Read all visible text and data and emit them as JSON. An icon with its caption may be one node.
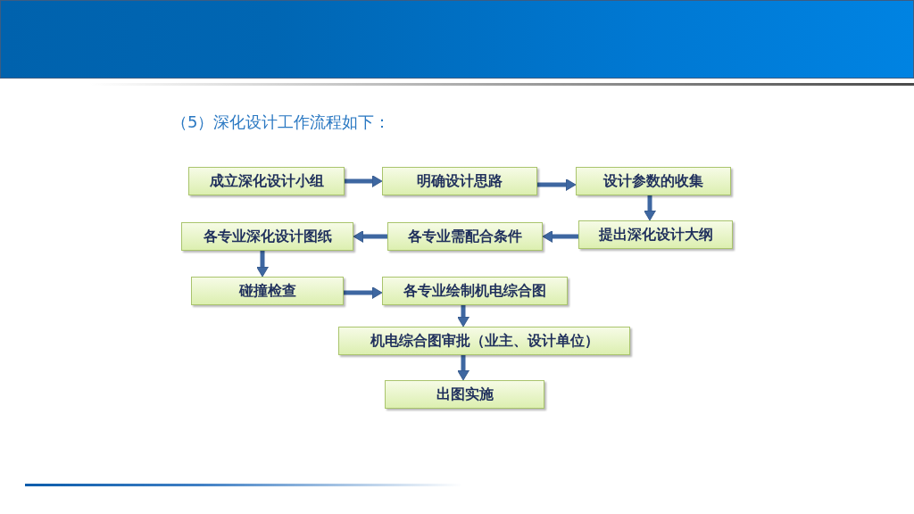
{
  "diagram": {
    "title": "（5）深化设计工作流程如下：",
    "nodes": [
      {
        "text": [
          "成立深化设计小组"
        ]
      },
      {
        "text": [
          "明确设计思路"
        ]
      },
      {
        "text": [
          "设计参数的收集"
        ]
      },
      {
        "text": [
          "提出深化设计大纲"
        ]
      },
      {
        "text": [
          "各专业需配合条件"
        ]
      },
      {
        "text": [
          "各专业深化设计图纸"
        ]
      },
      {
        "text": [
          "碰撞检查"
        ]
      },
      {
        "text": [
          "各专业绘制机电综合图"
        ]
      },
      {
        "text": [
          "机电综合图审批（业主、设计单位）"
        ]
      },
      {
        "text": [
          "出图实施"
        ]
      }
    ],
    "edges": [
      {
        "from": 0,
        "to": 1,
        "arrow": "to"
      },
      {
        "from": 1,
        "to": 2,
        "arrow": "to"
      },
      {
        "from": 2,
        "to": 3,
        "arrow": "to"
      },
      {
        "from": 3,
        "to": 4,
        "arrow": "to"
      },
      {
        "from": 4,
        "to": 5,
        "arrow": "to"
      },
      {
        "from": 5,
        "to": 6,
        "arrow": "to"
      },
      {
        "from": 6,
        "to": 7,
        "arrow": "to"
      },
      {
        "from": 7,
        "to": 8,
        "arrow": "to"
      },
      {
        "from": 8,
        "to": 9,
        "arrow": "to"
      }
    ]
  }
}
